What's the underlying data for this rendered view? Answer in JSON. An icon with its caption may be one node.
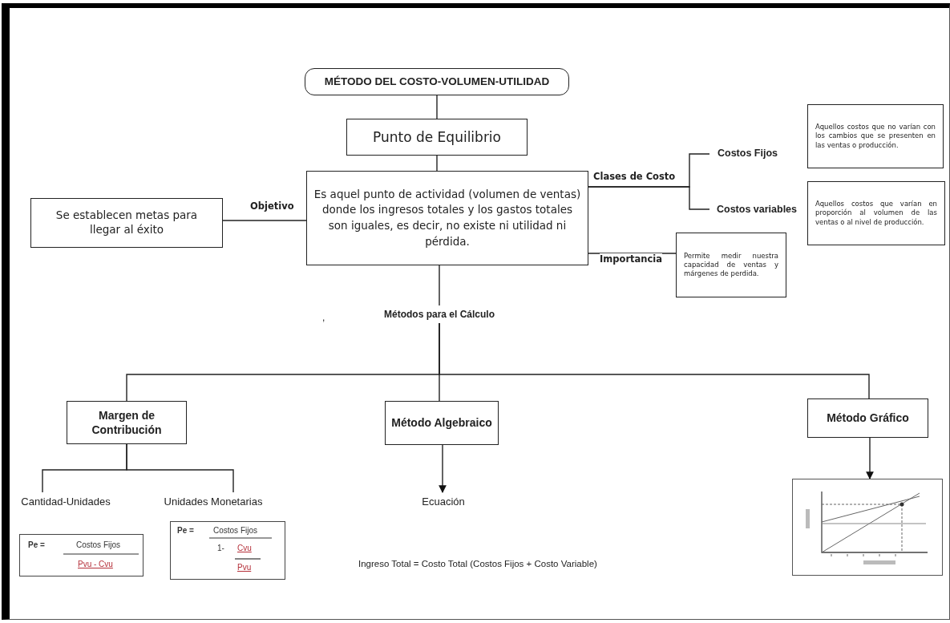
{
  "diagram": {
    "nodes": [
      {
        "text": [
          "MÉTODO DEL COSTO-VOLUMEN-UTILIDAD"
        ]
      },
      {
        "text": [
          "Punto de Equilibrio"
        ]
      },
      {
        "text": [
          "Es aquel punto de actividad (volumen de ventas) donde los ingresos totales y los gastos totales son iguales, es decir, no existe ni utilidad ni pérdida."
        ]
      },
      {
        "text": [
          "Se establecen metas para llegar al éxito"
        ]
      },
      {
        "text": [
          "Costos Fijos"
        ]
      },
      {
        "text": [
          "Costos variables"
        ]
      },
      {
        "text": [
          "Aquellos costos que no varían con los cambios que se presenten en las ventas o producción."
        ]
      },
      {
        "text": [
          "Aquellos costos que varían en proporción al volumen de las ventas o al nivel de producción."
        ]
      },
      {
        "text": [
          "Permite medir nuestra capacidad de ventas y márgenes de perdida."
        ]
      },
      {
        "text": [
          "Métodos para el Cálculo"
        ]
      },
      {
        "text": [
          "Margen de Contribución"
        ]
      },
      {
        "text": [
          "Método Algebraico"
        ]
      },
      {
        "text": [
          "Método Gráfico"
        ]
      },
      {
        "text": [
          "Cantidad-Unidades"
        ]
      },
      {
        "text": [
          "Unidades Monetarias"
        ]
      },
      {
        "text": [
          "Ecuación"
        ]
      },
      {
        "text": [
          "Pe =",
          "Costos Fijos",
          "Pvu - Cvu"
        ]
      },
      {
        "text": [
          "Pe =",
          "Costos Fijos",
          "1-",
          "Cvu",
          "Pvu"
        ]
      },
      {
        "text": [],
        "shape": "picture"
      }
    ],
    "edges": [
      {
        "from": 0,
        "to": 1,
        "arrow": "none"
      },
      {
        "from": 1,
        "to": 2,
        "arrow": "none"
      },
      {
        "from": 2,
        "to": 3,
        "arrow": "none",
        "label": "Objetivo"
      },
      {
        "from": 2,
        "to": 4,
        "arrow": "none",
        "label": "Clases de Costo"
      },
      {
        "from": 2,
        "to": 5,
        "arrow": "none"
      },
      {
        "from": 2,
        "to": 8,
        "arrow": "none",
        "label": "Importancia"
      },
      {
        "from": 2,
        "to": 9,
        "arrow": "none"
      },
      {
        "from": 9,
        "to": 10,
        "arrow": "none"
      },
      {
        "from": 9,
        "to": 11,
        "arrow": "none"
      },
      {
        "from": 9,
        "to": 12,
        "arrow": "none"
      },
      {
        "from": 10,
        "to": 13,
        "arrow": "none"
      },
      {
        "from": 10,
        "to": 14,
        "arrow": "none"
      },
      {
        "from": 11,
        "to": 15,
        "arrow": "to"
      },
      {
        "from": 12,
        "to": 18,
        "arrow": "to"
      }
    ],
    "labels": [
      ",",
      "Ingreso Total = Costo Total (Costos Fijos + Costo Variable)"
    ]
  }
}
